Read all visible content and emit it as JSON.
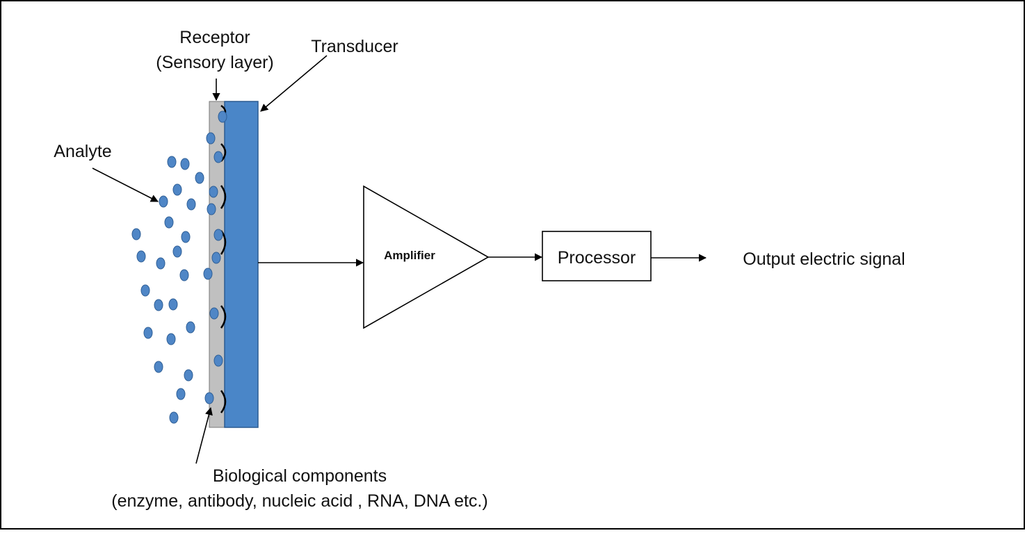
{
  "labels": {
    "receptor_line1": "Receptor",
    "receptor_line2": "(Sensory layer)",
    "transducer": "Transducer",
    "analyte": "Analyte",
    "amplifier": "Amplifier",
    "processor": "Processor",
    "output": "Output electric signal",
    "biological_line1": "Biological components",
    "biological_line2": "(enzyme, antibody, nucleic acid , RNA, DNA etc.)"
  },
  "colors": {
    "transducer_fill": "#4a86c8",
    "receptor_fill": "#c0c0c0",
    "particle_fill": "#4f86c6",
    "particle_stroke": "#2f5f96",
    "line": "#000000"
  }
}
